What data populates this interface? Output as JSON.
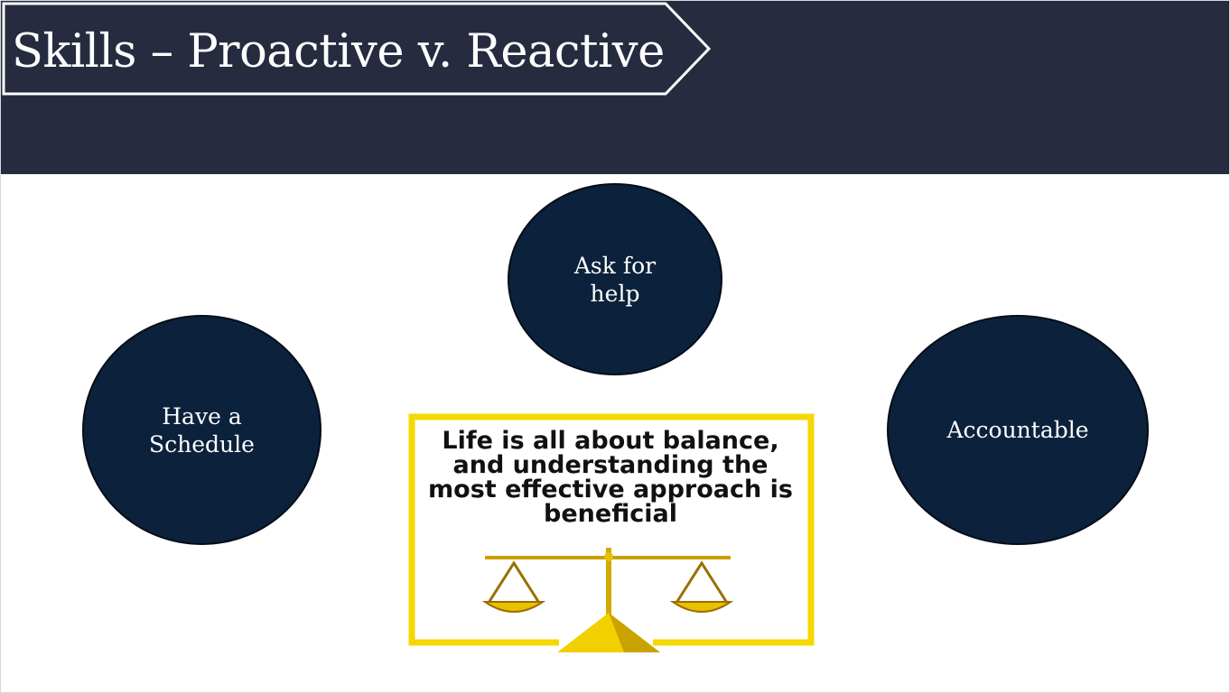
{
  "slide": {
    "title": "Skills – Proactive v. Reactive",
    "circles": {
      "ask_for_help": "Ask for help",
      "have_schedule": "Have a Schedule",
      "accountable": "Accountable"
    },
    "balance_quote": "Life is all about balance, and understanding the most effective approach is beneficial"
  },
  "colors": {
    "header": "#262b3f",
    "circle_fill": "#0c213b",
    "frame_yellow": "#f5d800",
    "scale_gold": "#b8860b",
    "text_light": "#ffffff"
  }
}
